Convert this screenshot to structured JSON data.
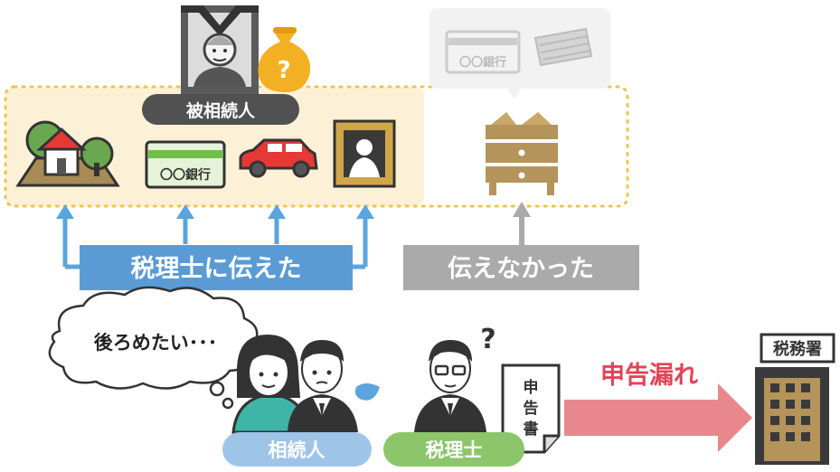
{
  "deceased_label": "被相続人",
  "told_label": "税理士に伝えた",
  "not_told_label": "伝えなかった",
  "thought_text": "後ろめたい･･･",
  "heirs_label": "相続人",
  "tax_accountant_label": "税理士",
  "tax_return_doc_text": "申告書",
  "omission_label": "申告漏れ",
  "tax_office_label": "税務署",
  "bank_name": "〇〇銀行",
  "question_mark": "?",
  "colors": {
    "estate_bg": "#fcf0d6",
    "dotted_border": "#f0c44a",
    "blue": "#5ba5dc",
    "blue_bar": "#5b9bd5",
    "gray": "#aaaaaa",
    "green": "#8dc56b",
    "red": "#e8888c",
    "red_text": "#e04456",
    "brown": "#b5945b",
    "dark": "#3a3a3a"
  }
}
